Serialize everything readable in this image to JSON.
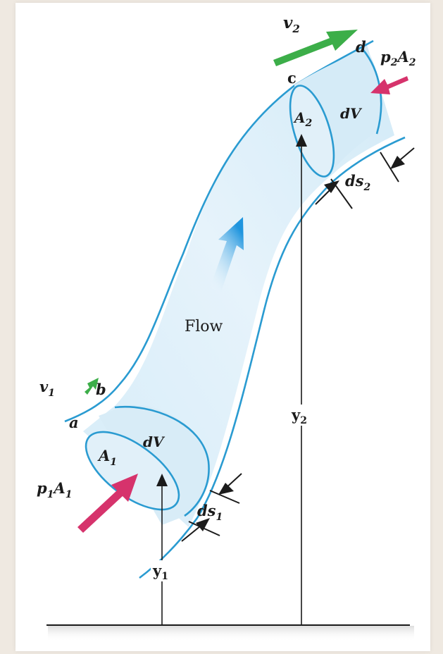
{
  "labels": {
    "flow": "Flow",
    "v1": "v",
    "v1_sub": "1",
    "v2": "v",
    "v2_sub": "2",
    "a": "a",
    "b": "b",
    "c": "c",
    "d": "d",
    "A1": "A",
    "A1_sub": "1",
    "A2": "A",
    "A2_sub": "2",
    "dV1": "dV",
    "dV2": "dV",
    "p1A1": "p",
    "p1A1_sub1": "1",
    "p1A1_A": "A",
    "p1A1_sub2": "1",
    "p2A2": "p",
    "p2A2_sub1": "2",
    "p2A2_A": "A",
    "p2A2_sub2": "2",
    "ds1": "ds",
    "ds1_sub": "1",
    "ds2": "ds",
    "ds2_sub": "2",
    "y1": "y",
    "y1_sub": "1",
    "y2": "y",
    "y2_sub": "2"
  },
  "colors": {
    "tube_outline": "#2a9bd1",
    "tube_fill": "#cfe8f6",
    "velocity_arrow": "#3cae49",
    "force_arrow": "#d6336c",
    "flow_arrow": "#2e9ee0",
    "line": "#1b1b1b"
  }
}
